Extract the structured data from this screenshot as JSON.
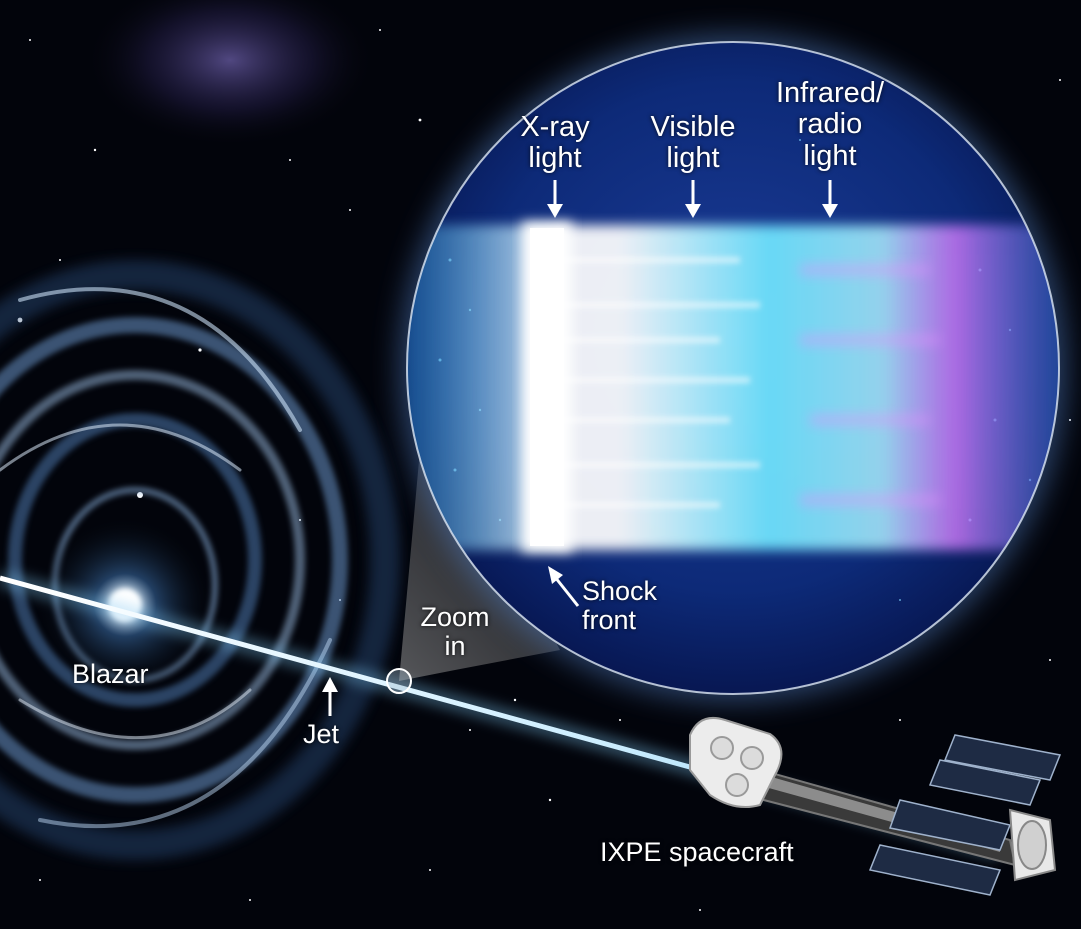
{
  "labels": {
    "xray_line1": "X-ray",
    "xray_line2": "light",
    "visible_line1": "Visible",
    "visible_line2": "light",
    "infrared_line1": "Infrared/",
    "infrared_line2": "radio",
    "infrared_line3": "light",
    "shock_line1": "Shock",
    "shock_line2": "front",
    "zoom_line1": "Zoom",
    "zoom_line2": "in",
    "blazar": "Blazar",
    "jet": "Jet",
    "spacecraft": "IXPE spacecraft"
  },
  "colors": {
    "space": "#02040b",
    "galaxy_blue": "#5f8fc8",
    "jet_glow": "#bfe6ff",
    "zoom_background": "#0d2a78",
    "xray_band": "#ffffff",
    "visible_band": "#5fe3ff",
    "infrared_band": "#d77bff",
    "label_text": "#ffffff"
  },
  "icons": [
    "down-arrow-icon",
    "up-arrow-icon",
    "diagonal-arrow-icon",
    "zoom-circle-icon",
    "ixpe-spacecraft-icon"
  ]
}
